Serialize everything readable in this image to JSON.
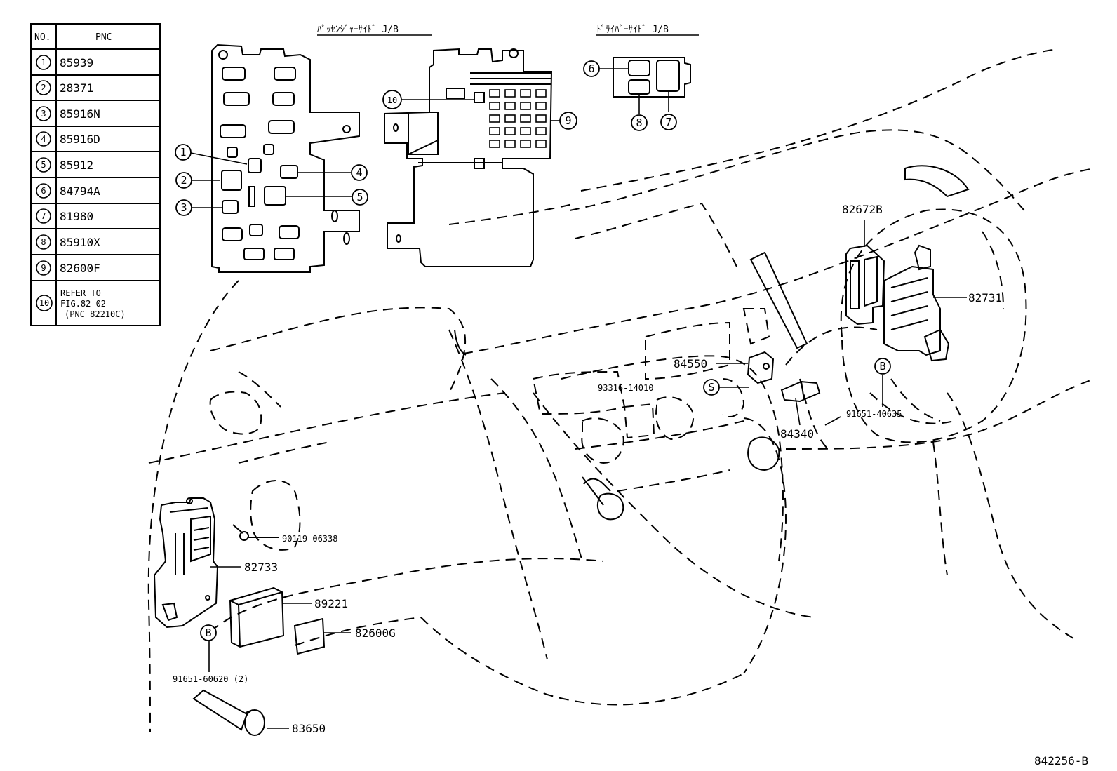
{
  "table": {
    "header_no": "NO.",
    "header_pnc": "PNC",
    "rows": [
      {
        "no": "1",
        "pnc": "85939"
      },
      {
        "no": "2",
        "pnc": "28371"
      },
      {
        "no": "3",
        "pnc": "85916N"
      },
      {
        "no": "4",
        "pnc": "85916D"
      },
      {
        "no": "5",
        "pnc": "85912"
      },
      {
        "no": "6",
        "pnc": "84794A"
      },
      {
        "no": "7",
        "pnc": "81980"
      },
      {
        "no": "8",
        "pnc": "85910X"
      },
      {
        "no": "9",
        "pnc": "82600F"
      },
      {
        "no": "10",
        "pnc_lines": [
          "REFER TO",
          "FIG.82-02",
          "(PNC 82210C)"
        ]
      }
    ]
  },
  "headings": {
    "passenger_jb": "ﾊﾟｯｾﾝｼﾞｬｰｻｲﾄﾞ J/B",
    "driver_jb": "ﾄﾞﾗｲﾊﾞｰｻｲﾄﾞ J/B"
  },
  "callouts": {
    "c1": "1",
    "c2": "2",
    "c3": "3",
    "c4": "4",
    "c5": "5",
    "c6": "6",
    "c7": "7",
    "c8": "8",
    "c9": "9",
    "c10": "10"
  },
  "symbols": {
    "b_marker": "B",
    "s_marker": "S"
  },
  "part_labels": {
    "p82672B": "82672B",
    "p82731": "82731",
    "p84550": "84550",
    "p93316": "93316-14010",
    "p84340": "84340",
    "p91651_40635": "91651-40635",
    "p90119": "90119-06338",
    "p82733": "82733",
    "p89221": "89221",
    "p82600G": "82600G",
    "p91651_60620": "91651-60620 (2)",
    "p83650": "83650"
  },
  "figure_id": "842256-B"
}
